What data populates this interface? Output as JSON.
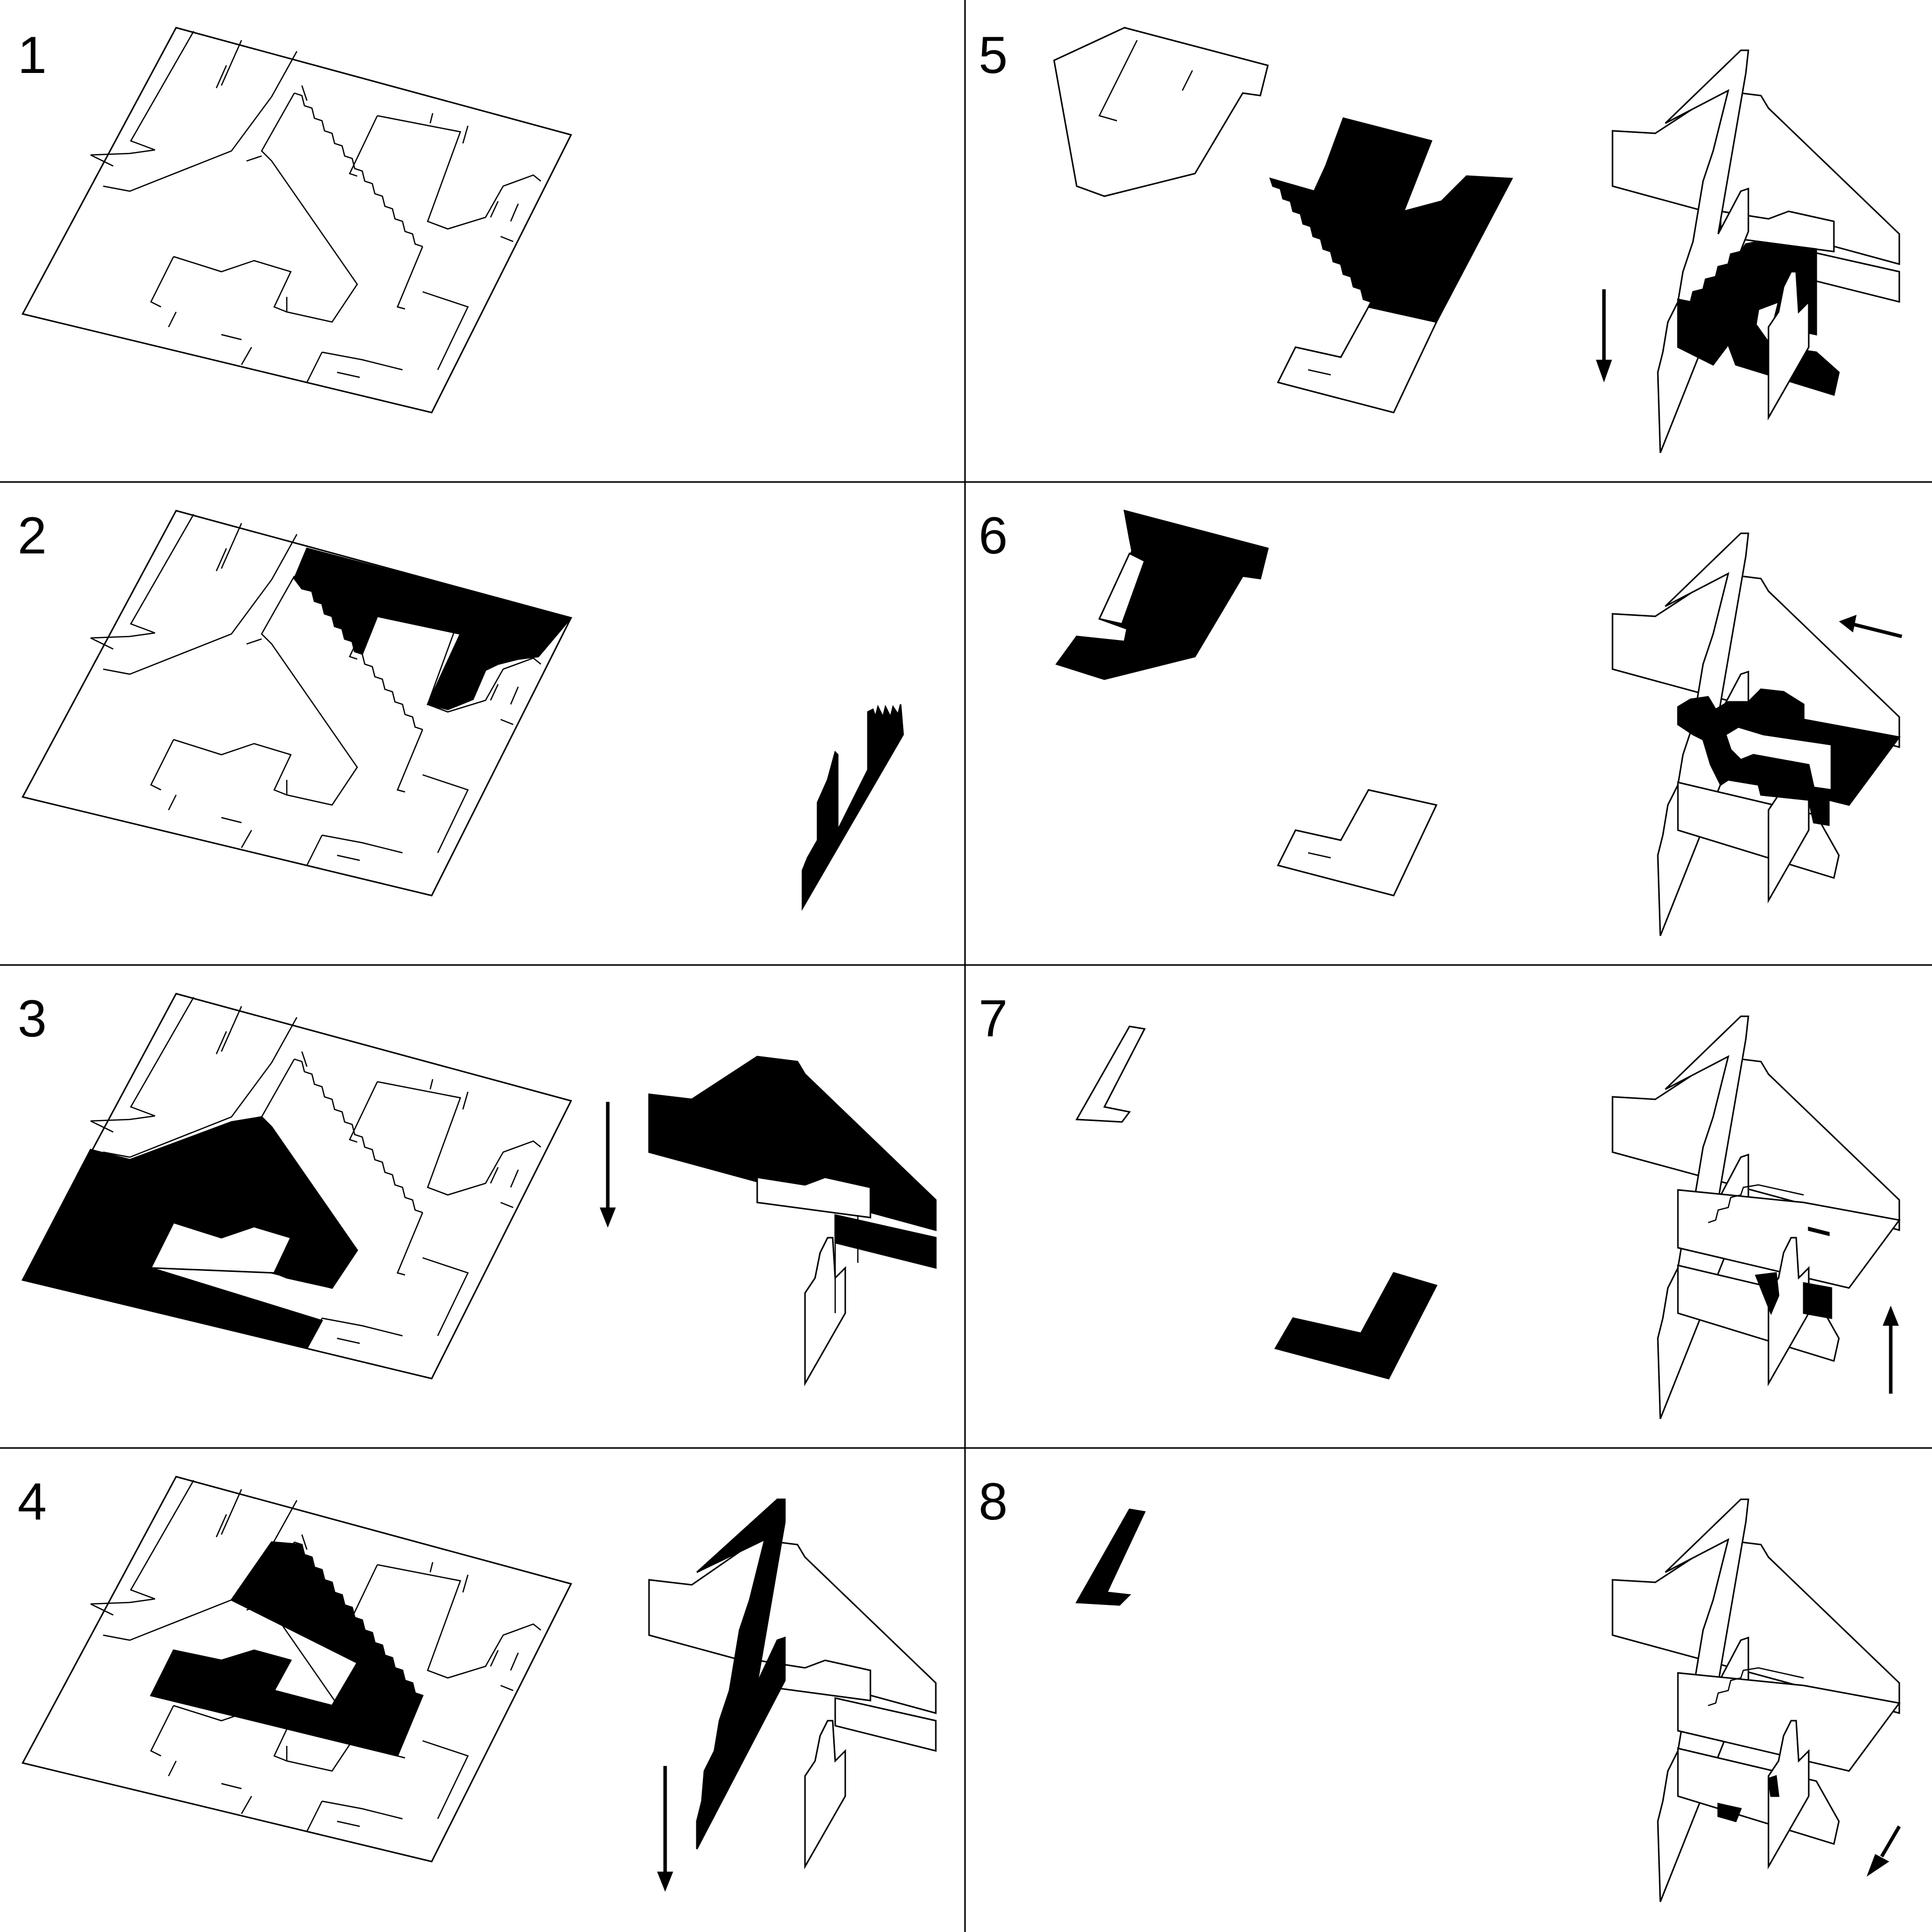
{
  "panels": [
    {
      "number": "1"
    },
    {
      "number": "2"
    },
    {
      "number": "3"
    },
    {
      "number": "4"
    },
    {
      "number": "5"
    },
    {
      "number": "6"
    },
    {
      "number": "7"
    },
    {
      "number": "8"
    }
  ],
  "colors": {
    "ink": "#000000",
    "paper": "#ffffff"
  },
  "arrows": {
    "panel3": "down",
    "panel4": "down",
    "panel5": "down",
    "panel6": "left",
    "panel7": "up",
    "panel8": "down-left"
  }
}
